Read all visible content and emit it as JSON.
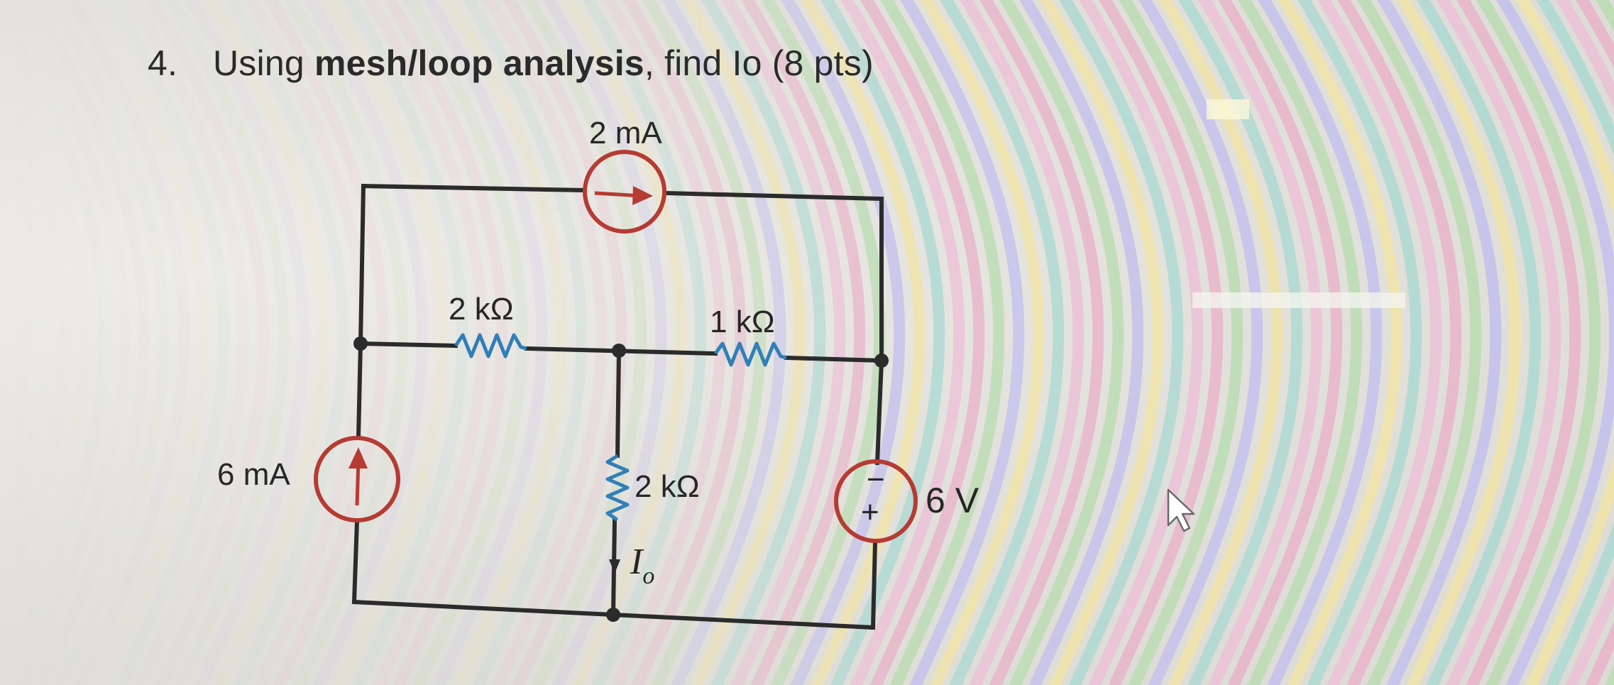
{
  "problem": {
    "number": "4.",
    "text_before": "Using ",
    "text_bold": "mesh/loop analysis",
    "text_after": ", find Io (8 pts)"
  },
  "circuit": {
    "top_source_label": "2 mA",
    "left_source_label": "6 mA",
    "resistor_left_label": "2 kΩ",
    "resistor_right_label": "1 kΩ",
    "resistor_middle_label": "2 kΩ",
    "voltage_source_label": "6 V",
    "voltage_minus": "−",
    "voltage_plus": "+",
    "current_label": "I",
    "current_subscript": "o"
  },
  "colors": {
    "wire": "#2b2b2b",
    "source_circle": "#b53b33",
    "resistor": "#2f7fb8",
    "text": "#262626"
  },
  "icons": {
    "cursor": "mouse-pointer-icon"
  }
}
